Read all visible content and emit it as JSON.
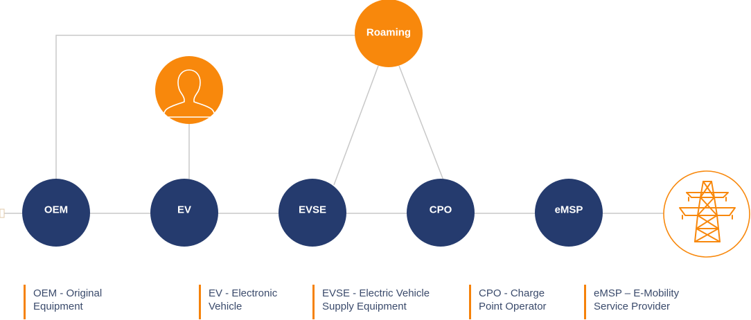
{
  "colors": {
    "navy": "#253b6e",
    "orange": "#f8880c",
    "line": "#c8c8c8",
    "legend_bar": "#f5820a",
    "legend_text": "#3a4a6b"
  },
  "nodes": {
    "roaming": "Roaming",
    "oem": "OEM",
    "ev": "EV",
    "evse": "EVSE",
    "cpo": "CPO",
    "emsp": "eMSP",
    "user_icon": "user-silhouette-icon",
    "grid_icon": "power-pylon-icon"
  },
  "legend": {
    "oem": {
      "line1": "OEM - Original",
      "line2": "Equipment"
    },
    "ev": {
      "line1": "EV - Electronic",
      "line2": "Vehicle"
    },
    "evse": {
      "line1": "EVSE - Electric Vehicle",
      "line2": "Supply Equipment"
    },
    "cpo": {
      "line1": "CPO - Charge",
      "line2": "Point Operator"
    },
    "emsp": {
      "line1": "eMSP – E-Mobility",
      "line2": "Service Provider"
    }
  }
}
